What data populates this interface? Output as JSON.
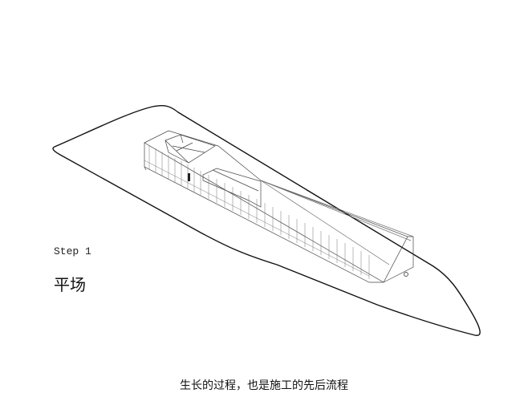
{
  "step_label": "Step 1",
  "step_title": "平场",
  "caption": "生长的过程，也是施工的先后流程",
  "colors": {
    "line": "#111111",
    "thin": "#555555",
    "background": "#ffffff"
  }
}
